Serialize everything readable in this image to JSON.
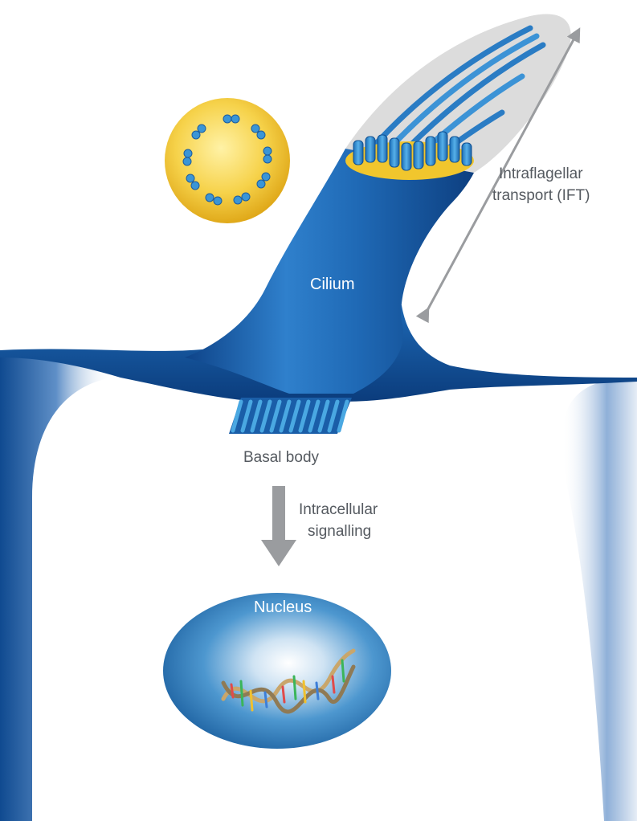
{
  "labels": {
    "ift_line1": "Intraflagellar",
    "ift_line2": "transport (IFT)",
    "cilium": "Cilium",
    "basal_body": "Basal body",
    "signalling_line1": "Intracellular",
    "signalling_line2": "signalling",
    "nucleus": "Nucleus"
  },
  "colors": {
    "membrane_blue": "#1b62ae",
    "membrane_dark": "#0c3f80",
    "microtubule": "#3a95d6",
    "doublet_yellow": "#f1c62d",
    "arrow_grey": "#9a9c9f",
    "sheath_grey": "#dcdcdc"
  },
  "icons": {
    "cross_section": "axoneme-cross-section-icon",
    "dna": "dna-helix-icon"
  }
}
